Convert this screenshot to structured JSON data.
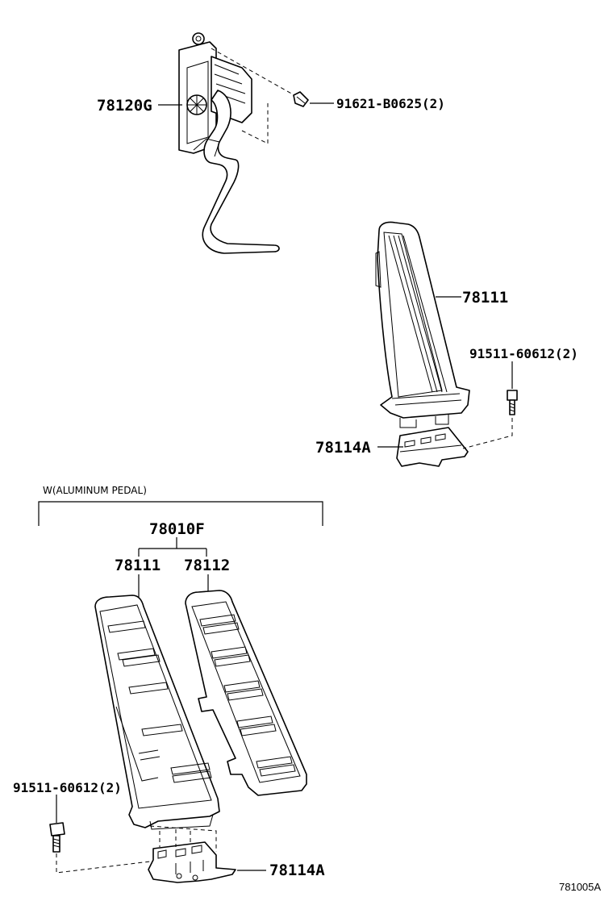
{
  "labels": {
    "pedal_assy_top": "78120G",
    "screw_top": "91621-B0625(2)",
    "pedal_pad_right": "78111",
    "bolt_right": "91511-60612(2)",
    "bracket_right": "78114A",
    "variant_caption": "W(ALUMINUM PEDAL)",
    "pedal_set": "78010F",
    "pad_accel": "78111",
    "pad_brake": "78112",
    "bolt_left": "91511-60612(2)",
    "bracket_bottom": "78114A",
    "diagram_ref": "781005A"
  }
}
